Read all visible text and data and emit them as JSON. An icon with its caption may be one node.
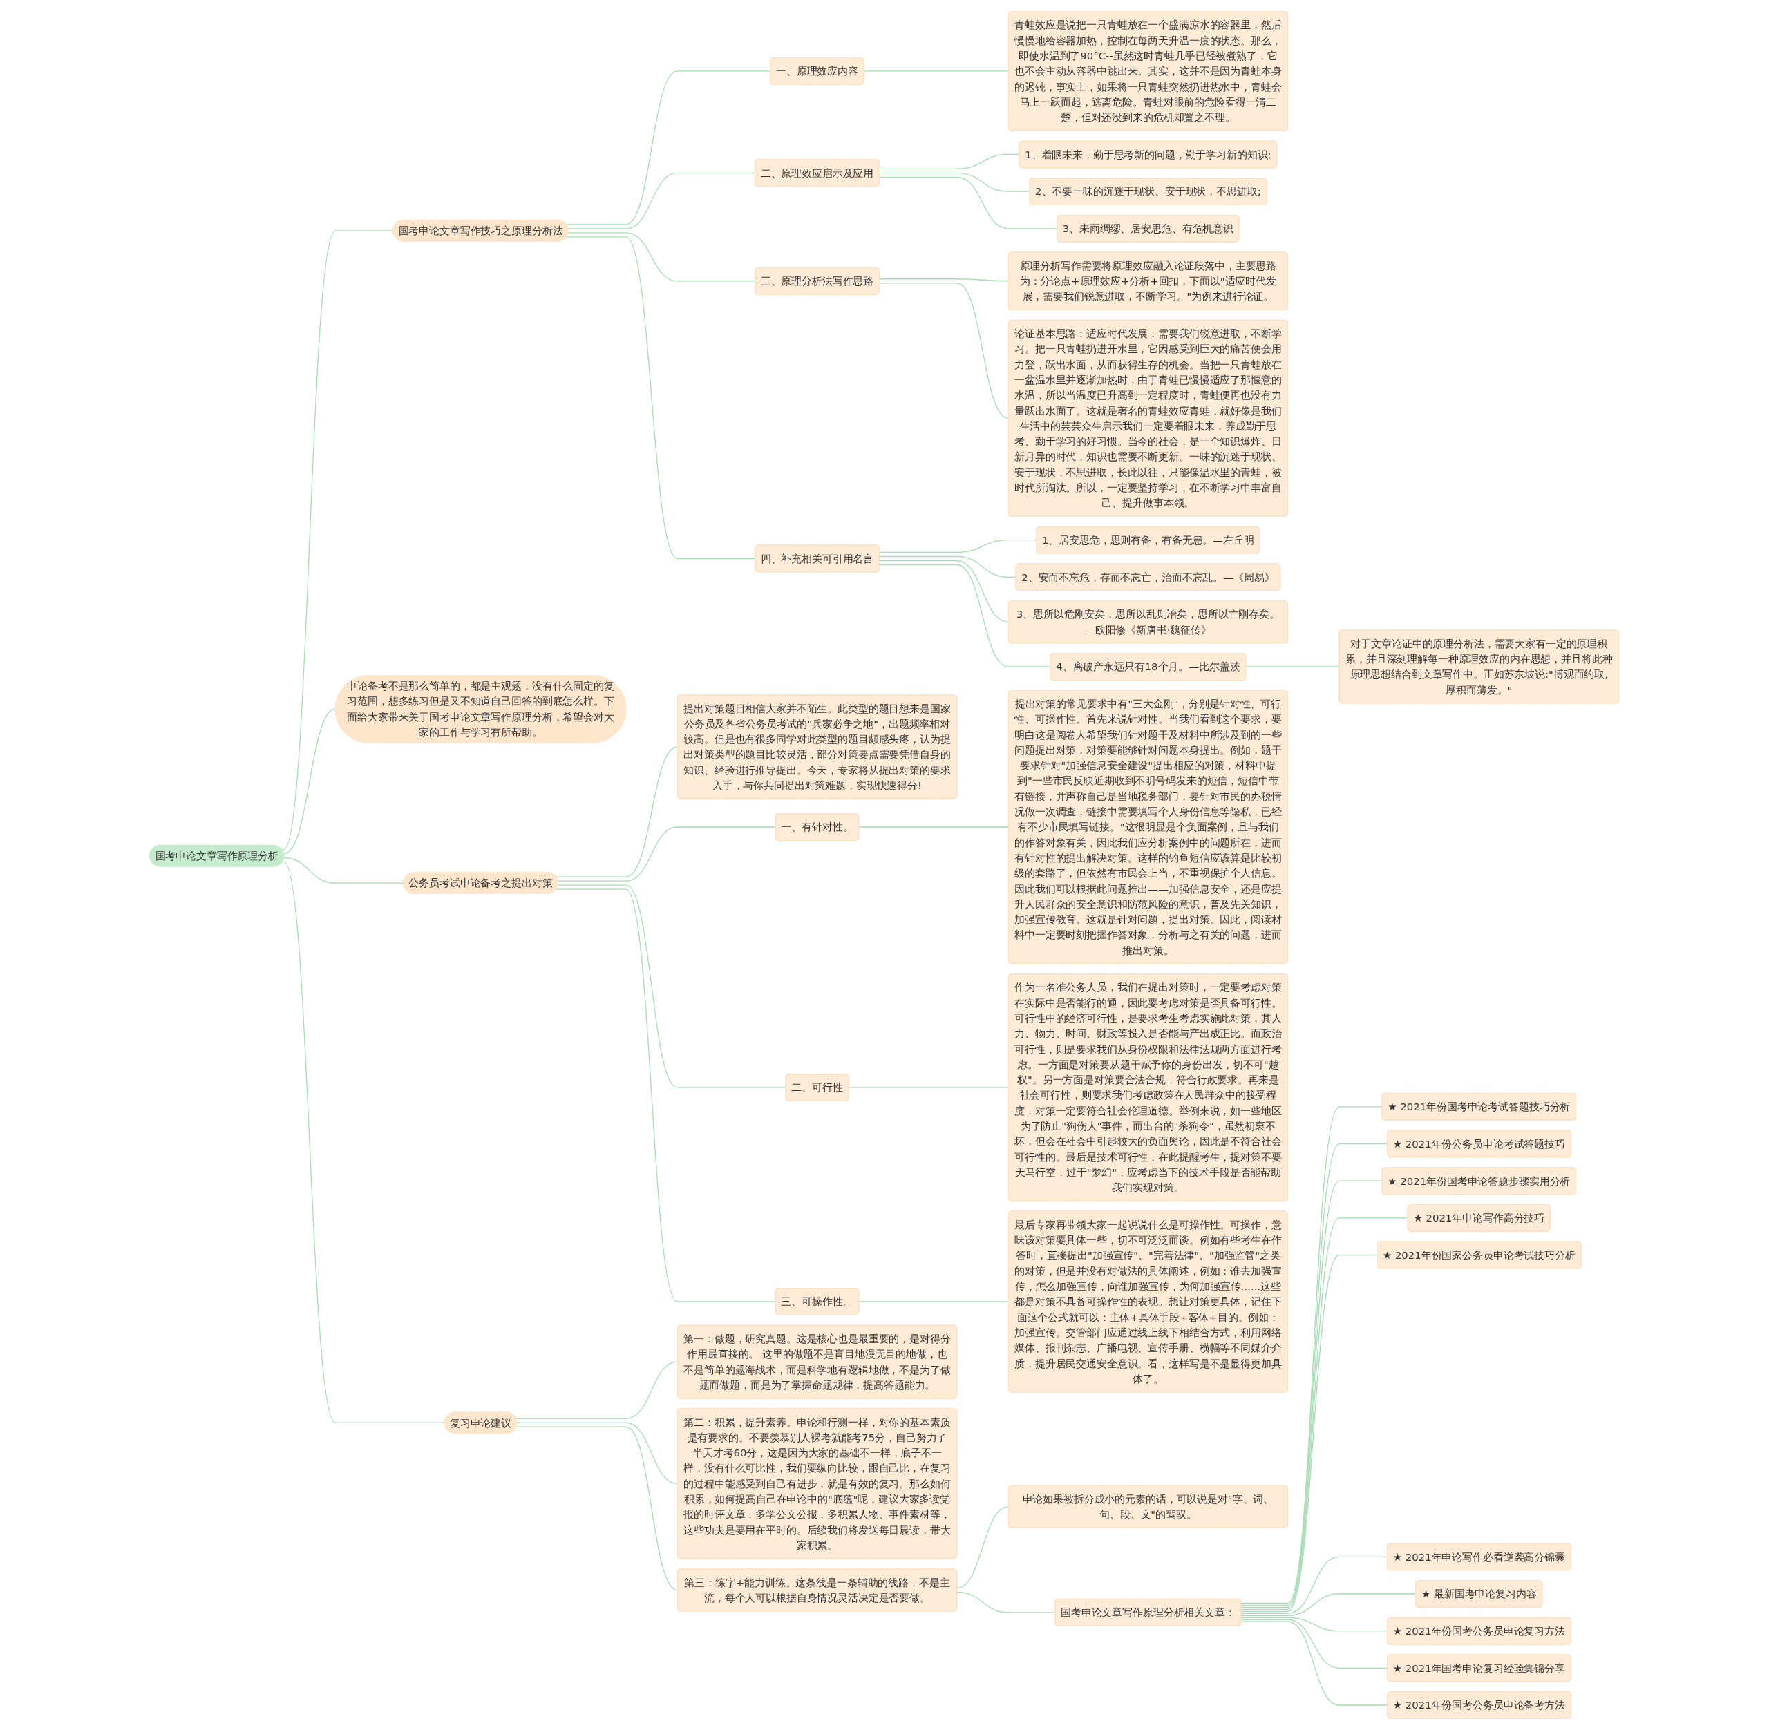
{
  "diagram": {
    "nodes": [
      {
        "text": [
          "国考申论文章写作原理分析"
        ]
      },
      {
        "text": [
          "国考申论文章写作技巧之原理分析法"
        ]
      },
      {
        "text": [
          "一、原理效应内容"
        ]
      },
      {
        "text": [
          "青蛙效应是说把一只青蛙放在一个盛满凉水的容器里，然后慢慢地给容器加热，控制在每两天升温一度的状态。那么，即使水温到了90°C--虽然这时青蛙几乎已经被煮熟了，它也不会主动从容器中跳出来。其实，这并不是因为青蛙本身的迟钝，事实上，如果将一只青蛙突然扔进热水中，青蛙会马上一跃而起，逃离危险。青蛙对眼前的危险看得一清二楚，但对还没到来的危机却置之不理。"
        ]
      },
      {
        "text": [
          "二、原理效应启示及应用"
        ]
      },
      {
        "text": [
          "1、着眼未来，勤于思考新的问题，勤于学习新的知识;"
        ]
      },
      {
        "text": [
          "2、不要一味的沉迷于现状、安于现状，不思进取;"
        ]
      },
      {
        "text": [
          "3、未雨绸缪、居安思危、有危机意识"
        ]
      },
      {
        "text": [
          "三、原理分析法写作思路"
        ]
      },
      {
        "text": [
          "原理分析写作需要将原理效应融入论证段落中，主要思路为：分论点+原理效应+分析+回扣，下面以\"适应时代发展，需要我们锐意进取，不断学习。\"为例来进行论证。"
        ]
      },
      {
        "text": [
          "论证基本思路：适应时代发展，需要我们锐意进取，不断学习。把一只青蛙扔进开水里，它因感受到巨大的痛苦便会用力登，跃出水面，从而获得生存的机会。当把一只青蛙放在一盆温水里并逐渐加热时，由于青蛙已慢慢适应了那惬意的水温，所以当温度已升高到一定程度时，青蛙便再也没有力量跃出水面了。这就是著名的青蛙效应青蛙，就好像是我们生活中的芸芸众生启示我们一定要着眼未来，养成勤于思考、勤于学习的好习惯。当今的社会，是一个知识爆炸、日新月异的时代，知识也需要不断更新。一味的沉迷于现状、安于现状，不思进取，长此以往，只能像温水里的青蛙，被时代所淘汰。所以，一定要坚持学习，在不断学习中丰富自己、提升做事本领。"
        ]
      },
      {
        "text": [
          "四、补充相关可引用名言"
        ]
      },
      {
        "text": [
          "1、居安思危，思则有备，有备无患。—左丘明"
        ]
      },
      {
        "text": [
          "2、安而不忘危，存而不忘亡，治而不忘乱。—《周易》"
        ]
      },
      {
        "text": [
          "3、思所以危刚安矣，思所以乱则冶矣，思所以亡刚存矣。—欧阳修《新唐书·魏征传》"
        ]
      },
      {
        "text": [
          "4、离破产永远只有18个月。—比尔盖茨"
        ]
      },
      {
        "text": [
          "对于文章论证中的原理分析法，需要大家有一定的原理积累，并且深刻理解每一种原理效应的内在思想，并且将此种原理思想结合到文章写作中。正如苏东坡说:\"博观而约取,厚积而薄发。\""
        ]
      },
      {
        "text": [
          "申论备考不是那么简单的，都是主观题，没有什么固定的复习范围，想多练习但是又不知道自己回答的到底怎么样。下面给大家带来关于国考申论文章写作原理分析，希望会对大家的工作与学习有所帮助。"
        ]
      },
      {
        "text": [
          "公务员考试申论备考之提出对策"
        ]
      },
      {
        "text": [
          "提出对策题目相信大家并不陌生。此类型的题目想来是国家公务员及各省公务员考试的\"兵家必争之地\"，出题频率相对较高。但是也有很多同学对此类型的题目颇感头疼，认为提出对策类型的题目比较灵活，部分对策要点需要凭借自身的知识、经验进行推导提出。今天，专家将从提出对策的要求入手，与你共同提出对策难题，实现快速得分!"
        ]
      },
      {
        "text": [
          "一、有针对性。"
        ]
      },
      {
        "text": [
          "提出对策的常见要求中有\"三大金刚\"，分别是针对性、可行性、可操作性。首先来说针对性。当我们看到这个要求，要明白这是阅卷人希望我们针对题干及材料中所涉及到的一些问题提出对策，对策要能够针对问题本身提出。例如，题干要求针对\"加强信息安全建设\"提出相应的对策，材料中提到\"一些市民反映近期收到不明号码发来的短信，短信中带有链接，并声称自己是当地税务部门，要针对市民的办税情况做一次调查，链接中需要填写个人身份信息等隐私，已经有不少市民填写链接。\"这很明显是个负面案例，且与我们的作答对象有关，因此我们应分析案例中的问题所在，进而有针对性的提出解决对策。这样的钓鱼短信应该算是比较初级的套路了，但依然有市民会上当，不重视保护个人信息。因此我们可以根据此问题推出——加强信息安全，还是应提升人民群众的安全意识和防范风险的意识，普及先关知识，加强宣传教育。这就是针对问题，提出对策。因此，阅读材料中一定要时刻把握作答对象，分析与之有关的问题，进而推出对策。"
        ]
      },
      {
        "text": [
          "二、可行性"
        ]
      },
      {
        "text": [
          "作为一名准公务人员，我们在提出对策时，一定要考虑对策在实际中是否能行的通，因此要考虑对策是否具备可行性。可行性中的经济可行性，是要求考生考虑实施此对策，其人力、物力、时间、财政等投入是否能与产出成正比。而政治可行性，则是要求我们从身份权限和法律法规两方面进行考虑。一方面是对策要从题干赋予你的身份出发，切不可\"越权\"。另一方面是对策要合法合规，符合行政要求。再来是社会可行性，则要求我们考虑政策在人民群众中的接受程度，对策一定要符合社会伦理道德。举例来说，如一些地区为了防止\"狗伤人\"事件，而出台的\"杀狗令\"，虽然初衷不坏，但会在社会中引起较大的负面舆论，因此是不符合社会可行性的。最后是技术可行性，在此提醒考生，提对策不要天马行空，过于\"梦幻\"，应考虑当下的技术手段是否能帮助我们实现对策。"
        ]
      },
      {
        "text": [
          "三、可操作性。"
        ]
      },
      {
        "text": [
          "最后专家再带领大家一起说说什么是可操作性。可操作，意味该对策要具体一些，切不可泛泛而谈。例如有些考生在作答时，直接提出\"加强宣传\"、\"完善法律\"、\"加强监管\"之类的对策，但是并没有对做法的具体阐述，例如：谁去加强宣传，怎么加强宣传，向谁加强宣传，为何加强宣传......这些都是对策不具备可操作性的表现。想让对策更具体，记住下面这个公式就可以：主体+具体手段+客体+目的。例如：加强宣传。交管部门应通过线上线下相结合方式，利用网络媒体、报刊杂志、广播电视、宣传手册、横幅等不同媒介介质，提升居民交通安全意识。看，这样写是不是显得更加具体了。"
        ]
      },
      {
        "text": [
          "复习申论建议"
        ]
      },
      {
        "text": [
          "第一：做题，研究真题。这是核心也是最重要的，是对得分作用最直接的。 这里的做题不是盲目地漫无目的地做，也不是简单的题海战术，而是科学地有逻辑地做，不是为了做题而做题，而是为了掌握命题规律，提高答题能力。"
        ]
      },
      {
        "text": [
          "第二：积累，提升素养。申论和行测一样，对你的基本素质是有要求的。不要羡慕别人裸考就能考75分，自己努力了半天才考60分，这是因为大家的基础不一样，底子不一样，没有什么可比性，我们要纵向比较，跟自己比，在复习的过程中能感受到自己有进步，就是有效的复习。那么如何积累，如何提高自己在申论中的\"底蕴\"呢，建议大家多读党报的时评文章，多学公文公报，多积累人物、事件素材等，这些功夫是要用在平时的。后续我们将发送每日晨读，带大家积累。"
        ]
      },
      {
        "text": [
          "第三：练字+能力训练。这条线是一条辅助的线路，不是主流，每个人可以根据自身情况灵活决定是否要做。"
        ]
      },
      {
        "text": [
          "申论如果被拆分成小的元素的话，可以说是对\"字、词、句、段、文\"的驾驭。"
        ]
      },
      {
        "text": [
          "国考申论文章写作原理分析相关文章："
        ]
      },
      {
        "text": [
          "★ 2021年份国考申论考试答题技巧分析"
        ]
      },
      {
        "text": [
          "★ 2021年份公务员申论考试答题技巧"
        ]
      },
      {
        "text": [
          "★ 2021年份国考申论答题步骤实用分析"
        ]
      },
      {
        "text": [
          "★ 2021年申论写作高分技巧"
        ]
      },
      {
        "text": [
          "★ 2021年份国家公务员申论考试技巧分析"
        ]
      },
      {
        "text": [
          "★ 2021年申论写作必看逆袭高分锦囊"
        ]
      },
      {
        "text": [
          "★ 最新国考申论复习内容"
        ]
      },
      {
        "text": [
          "★ 2021年份国考公务员申论复习方法"
        ]
      },
      {
        "text": [
          "★ 2021年国考申论复习经验集锦分享"
        ]
      },
      {
        "text": [
          "★ 2021年份国考公务员申论备考方法"
        ]
      }
    ],
    "edges": [
      {
        "from": 0,
        "to": 1,
        "arrow": "none"
      },
      {
        "from": 1,
        "to": 2,
        "arrow": "none"
      },
      {
        "from": 2,
        "to": 3,
        "arrow": "none"
      },
      {
        "from": 1,
        "to": 4,
        "arrow": "none"
      },
      {
        "from": 4,
        "to": 5,
        "arrow": "none"
      },
      {
        "from": 4,
        "to": 6,
        "arrow": "none"
      },
      {
        "from": 4,
        "to": 7,
        "arrow": "none"
      },
      {
        "from": 1,
        "to": 8,
        "arrow": "none"
      },
      {
        "from": 8,
        "to": 9,
        "arrow": "none"
      },
      {
        "from": 8,
        "to": 10,
        "arrow": "none"
      },
      {
        "from": 1,
        "to": 11,
        "arrow": "none"
      },
      {
        "from": 11,
        "to": 12,
        "arrow": "none"
      },
      {
        "from": 11,
        "to": 13,
        "arrow": "none"
      },
      {
        "from": 11,
        "to": 14,
        "arrow": "none"
      },
      {
        "from": 11,
        "to": 15,
        "arrow": "none"
      },
      {
        "from": 15,
        "to": 16,
        "arrow": "none"
      },
      {
        "from": 0,
        "to": 17,
        "arrow": "none"
      },
      {
        "from": 0,
        "to": 18,
        "arrow": "none"
      },
      {
        "from": 18,
        "to": 19,
        "arrow": "none"
      },
      {
        "from": 18,
        "to": 20,
        "arrow": "none"
      },
      {
        "from": 20,
        "to": 21,
        "arrow": "none"
      },
      {
        "from": 18,
        "to": 22,
        "arrow": "none"
      },
      {
        "from": 22,
        "to": 23,
        "arrow": "none"
      },
      {
        "from": 18,
        "to": 24,
        "arrow": "none"
      },
      {
        "from": 24,
        "to": 25,
        "arrow": "none"
      },
      {
        "from": 0,
        "to": 26,
        "arrow": "none"
      },
      {
        "from": 26,
        "to": 27,
        "arrow": "none"
      },
      {
        "from": 26,
        "to": 28,
        "arrow": "none"
      },
      {
        "from": 26,
        "to": 29,
        "arrow": "none"
      },
      {
        "from": 29,
        "to": 30,
        "arrow": "none"
      },
      {
        "from": 29,
        "to": 31,
        "arrow": "none"
      },
      {
        "from": 31,
        "to": 32,
        "arrow": "none"
      },
      {
        "from": 31,
        "to": 33,
        "arrow": "none"
      },
      {
        "from": 31,
        "to": 34,
        "arrow": "none"
      },
      {
        "from": 31,
        "to": 35,
        "arrow": "none"
      },
      {
        "from": 31,
        "to": 36,
        "arrow": "none"
      },
      {
        "from": 31,
        "to": 37,
        "arrow": "none"
      },
      {
        "from": 31,
        "to": 38,
        "arrow": "none"
      },
      {
        "from": 31,
        "to": 39,
        "arrow": "none"
      },
      {
        "from": 31,
        "to": 40,
        "arrow": "none"
      },
      {
        "from": 31,
        "to": 41,
        "arrow": "none"
      }
    ]
  }
}
